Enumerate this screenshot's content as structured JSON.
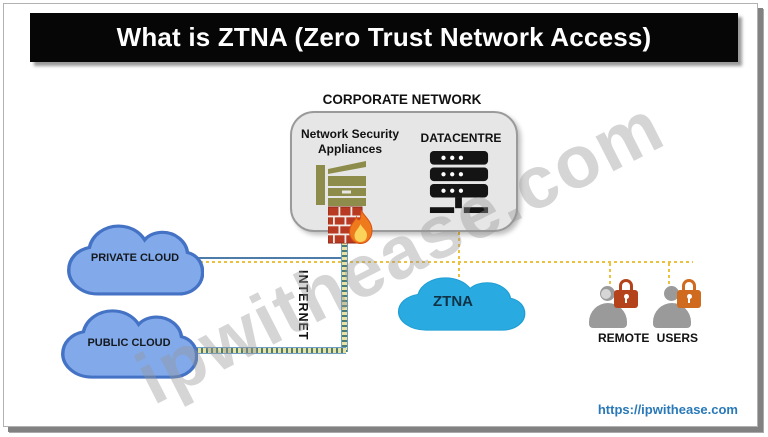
{
  "title": "What is ZTNA (Zero Trust Network Access)",
  "watermark": "ipwithease.com",
  "diagram": {
    "corporate_network": {
      "title": "CORPORATE NETWORK",
      "appliances_line1": "Network Security",
      "appliances_line2": "Appliances",
      "datacentre": "DATACENTRE"
    },
    "private_cloud": "PRIVATE CLOUD",
    "public_cloud": "PUBLIC CLOUD",
    "ztna_cloud": "ZTNA",
    "internet": "INTERNET",
    "remote_users": "REMOTE USERS"
  },
  "footer": {
    "url": "https://ipwithease.com"
  },
  "colors": {
    "title_bar_bg": "#060606",
    "title_text": "#ffffff",
    "cloud_fill": "#82aaeb",
    "cloud_border": "#4472c4",
    "ztna_cloud_fill": "#29abe2",
    "corporate_box_fill": "#e6e6e6",
    "appliance_icon": "#8e8c4a",
    "server_icon": "#141414",
    "connector_yellow": "#ecc13f",
    "connector_blue": "#4e7ca9",
    "connector_green": "#4d7d72",
    "lock_red": "#b4431c",
    "lock_orange": "#d06a1e",
    "user_gray": "#9a9a9a",
    "firewall_brick": "#b93a22",
    "flame_orange": "#f1731f",
    "url_text": "#2979b8"
  }
}
